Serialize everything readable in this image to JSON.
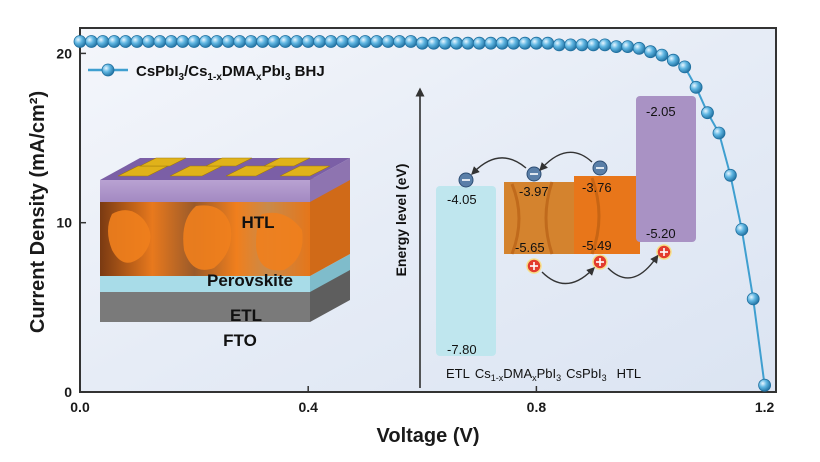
{
  "chart_data": {
    "type": "scatter",
    "xlabel": "Voltage (V)",
    "ylabel": "Current Density (mA/cm²)",
    "xlim": [
      0,
      1.22
    ],
    "ylim": [
      0,
      21.5
    ],
    "x_ticks": [
      "0.0",
      "0.4",
      "0.8",
      "1.2"
    ],
    "y_ticks": [
      "0",
      "10",
      "20"
    ],
    "legend": {
      "placement": "top-left"
    },
    "series": [
      {
        "name_parts": [
          "CsPbI",
          "3",
          "/Cs",
          "1-x",
          "DMA",
          "x",
          "PbI",
          "3",
          " BHJ"
        ],
        "color": "#3f9fd0",
        "x": [
          0.0,
          0.02,
          0.04,
          0.06,
          0.08,
          0.1,
          0.12,
          0.14,
          0.16,
          0.18,
          0.2,
          0.22,
          0.24,
          0.26,
          0.28,
          0.3,
          0.32,
          0.34,
          0.36,
          0.38,
          0.4,
          0.42,
          0.44,
          0.46,
          0.48,
          0.5,
          0.52,
          0.54,
          0.56,
          0.58,
          0.6,
          0.62,
          0.64,
          0.66,
          0.68,
          0.7,
          0.72,
          0.74,
          0.76,
          0.78,
          0.8,
          0.82,
          0.84,
          0.86,
          0.88,
          0.9,
          0.92,
          0.94,
          0.96,
          0.98,
          1.0,
          1.02,
          1.04,
          1.06,
          1.08,
          1.1,
          1.12,
          1.14,
          1.16,
          1.18,
          1.2
        ],
        "y": [
          20.7,
          20.7,
          20.7,
          20.7,
          20.7,
          20.7,
          20.7,
          20.7,
          20.7,
          20.7,
          20.7,
          20.7,
          20.7,
          20.7,
          20.7,
          20.7,
          20.7,
          20.7,
          20.7,
          20.7,
          20.7,
          20.7,
          20.7,
          20.7,
          20.7,
          20.7,
          20.7,
          20.7,
          20.7,
          20.7,
          20.6,
          20.6,
          20.6,
          20.6,
          20.6,
          20.6,
          20.6,
          20.6,
          20.6,
          20.6,
          20.6,
          20.6,
          20.5,
          20.5,
          20.5,
          20.5,
          20.5,
          20.4,
          20.4,
          20.3,
          20.1,
          19.9,
          19.6,
          19.2,
          18.0,
          16.5,
          15.3,
          12.8,
          9.6,
          5.5,
          0.4
        ]
      }
    ],
    "device": {
      "layers": [
        "HTL",
        "Perovskite",
        "ETL",
        "FTO"
      ]
    },
    "energy_diagram": {
      "ylabel": "Energy level (eV)",
      "bands": [
        {
          "lumo": "-4.05",
          "homo": "-7.80"
        },
        {
          "lumo": "-3.97",
          "homo": "-5.65"
        },
        {
          "lumo": "-3.76",
          "homo": "-5.49"
        },
        {
          "lumo": "-2.05",
          "homo": "-5.20"
        }
      ],
      "bottom_labels": {
        "etl": "ETL",
        "bhj": [
          "Cs",
          "1-x",
          "DMA",
          "x",
          "PbI",
          "3"
        ],
        "cspbi": [
          "CsPbI",
          "3"
        ],
        "htl": "HTL"
      }
    },
    "colors": {
      "background": "#e8eef7",
      "marker": "#3f9fd0",
      "etl_band": "#bfe6ee",
      "perovskite_band": "#e4761a",
      "htl_band": "#a992c4"
    }
  }
}
